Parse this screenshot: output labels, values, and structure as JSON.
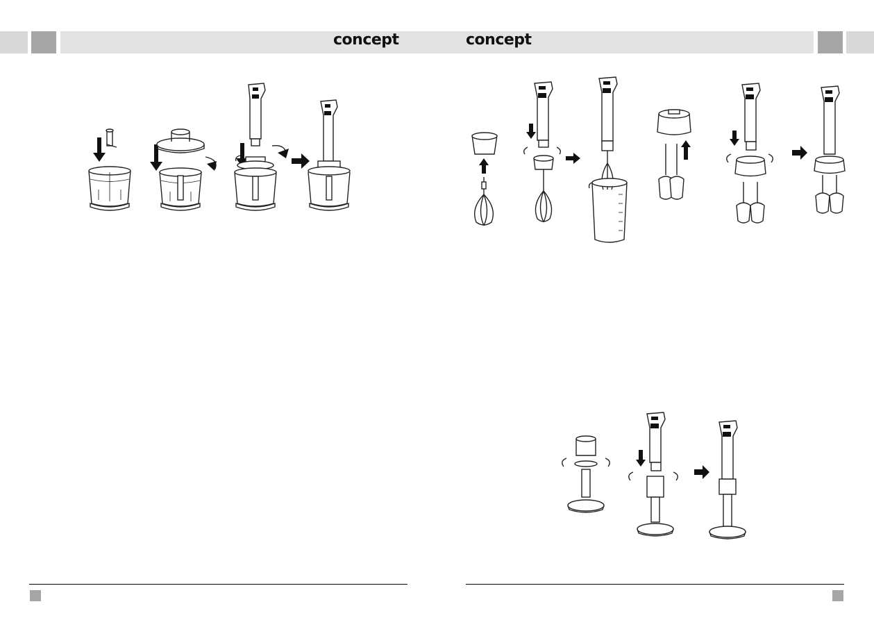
{
  "header": {
    "brand_left": "concept",
    "brand_right": "concept"
  },
  "figures": {
    "chopper": "chopper-assembly-illustration",
    "whisk": "whisk-assembly-illustration",
    "beaker": "beaker-illustration",
    "mixer": "mixer-beaters-assembly-illustration",
    "blender": "blender-foot-assembly-illustration"
  },
  "colors": {
    "header_bar": "#e3e3e3",
    "header_square_light": "#d9d9d9",
    "header_square_dark": "#a6a6a6",
    "footer_square": "#a6a6a6"
  }
}
